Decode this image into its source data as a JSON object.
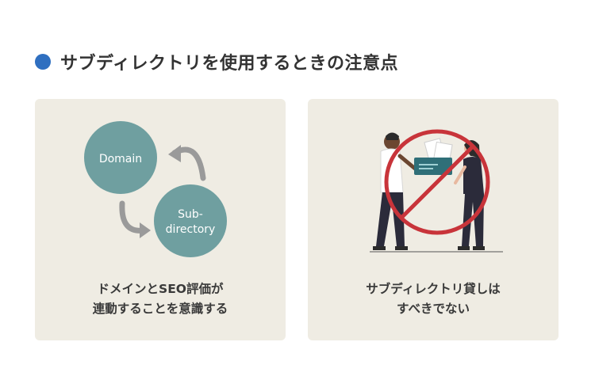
{
  "heading": {
    "text": "サブディレクトリを使用するときの注意点"
  },
  "cards": [
    {
      "bubbles": [
        "Domain",
        "Sub-",
        "directory"
      ],
      "caption": [
        "ドメインとSEO評価が",
        "連動することを意識する"
      ]
    },
    {
      "caption": [
        "サブディレクトリ貸しは",
        "すべきでない"
      ]
    }
  ],
  "colors": {
    "accent_dot": "#2f6fc0",
    "card_bg": "#efece3",
    "bubble": "#6f9fa0",
    "prohibit": "#c8343a"
  }
}
